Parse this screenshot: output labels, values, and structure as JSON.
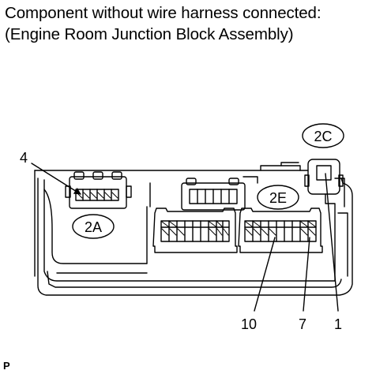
{
  "caption": {
    "line1": "Component without wire harness connected:",
    "line2": "(Engine Room Junction Block Assembly)"
  },
  "connectors": {
    "c2a": "2A",
    "c2c": "2C",
    "c2e": "2E"
  },
  "pins": {
    "p4": "4",
    "p10": "10",
    "p7": "7",
    "p1": "1"
  },
  "footer_mark": "P",
  "colors": {
    "ink": "#000000",
    "paper": "#ffffff"
  }
}
